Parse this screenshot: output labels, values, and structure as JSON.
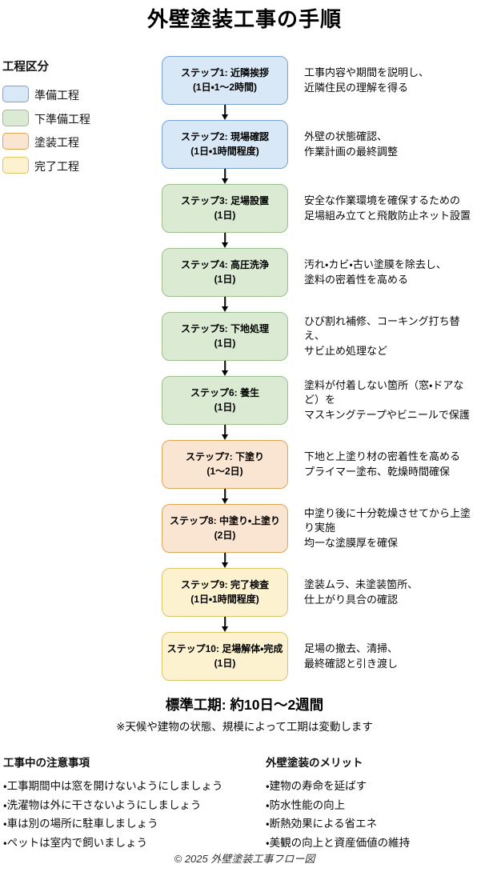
{
  "title": "外壁塗装工事の手順",
  "legend": {
    "title": "工程区分",
    "items": [
      {
        "label": "準備工程",
        "fill": "#d8e8f6",
        "border": "#78a2d2"
      },
      {
        "label": "下準備工程",
        "fill": "#dbead2",
        "border": "#9cbe8b"
      },
      {
        "label": "塗装工程",
        "fill": "#fae5d2",
        "border": "#dba556"
      },
      {
        "label": "完了工程",
        "fill": "#fcf2cf",
        "border": "#dcc36a"
      }
    ]
  },
  "steps": [
    {
      "label": "ステップ1: 近隣挨拶",
      "duration": "(1日・1〜2時間)",
      "category": "準備工程",
      "description": "工事内容や期間を説明し、\n近隣住民の理解を得る"
    },
    {
      "label": "ステップ2: 現場確認",
      "duration": "(1日・1時間程度)",
      "category": "準備工程",
      "description": "外壁の状態確認、\n作業計画の最終調整"
    },
    {
      "label": "ステップ3: 足場設置",
      "duration": "(1日)",
      "category": "下準備工程",
      "description": "安全な作業環境を確保するための\n足場組み立てと飛散防止ネット設置"
    },
    {
      "label": "ステップ4: 高圧洗浄",
      "duration": "(1日)",
      "category": "下準備工程",
      "description": "汚れ・カビ・古い塗膜を除去し、\n塗料の密着性を高める"
    },
    {
      "label": "ステップ5: 下地処理",
      "duration": "(1日)",
      "category": "下準備工程",
      "description": "ひび割れ補修、コーキング打ち替\nえ、\nサビ止め処理など"
    },
    {
      "label": "ステップ6: 養生",
      "duration": "(1日)",
      "category": "下準備工程",
      "description": "塗料が付着しない箇所（窓・ドアな\nど）を\nマスキングテープやビニールで保護"
    },
    {
      "label": "ステップ7: 下塗り",
      "duration": "(1〜2日)",
      "category": "塗装工程",
      "description": "下地と上塗り材の密着性を高める\nプライマー塗布、乾燥時間確保"
    },
    {
      "label": "ステップ8: 中塗り・上塗り",
      "duration": "(2日)",
      "category": "塗装工程",
      "description": "中塗り後に十分乾燥させてから上塗\nり実施\n均一な塗膜厚を確保"
    },
    {
      "label": "ステップ9: 完了検査",
      "duration": "(1日・1時間程度)",
      "category": "完了工程",
      "description": "塗装ムラ、未塗装箇所、\n仕上がり具合の確認"
    },
    {
      "label": "ステップ10: 足場解体・完成",
      "duration": "(1日)",
      "category": "完了工程",
      "description": "足場の撤去、清掃、\n最終確認と引き渡し"
    }
  ],
  "summary": {
    "heading": "標準工期: 約10日〜2週間",
    "note": "※天候や建物の状態、規模によって工期は変動します"
  },
  "cautions": {
    "title": "工事中の注意事項",
    "items": [
      "・工事期間中は窓を開けないようにしましょう",
      "・洗濯物は外に干さないようにしましょう",
      "・車は別の場所に駐車しましょう",
      "・ペットは室内で飼いましょう"
    ]
  },
  "benefits": {
    "title": "外壁塗装のメリット",
    "items": [
      "・建物の寿命を延ばす",
      "・防水性能の向上",
      "・断熱効果による省エネ",
      "・美観の向上と資産価値の維持"
    ]
  },
  "footer": "© 2025 外壁塗装工事フロー図"
}
